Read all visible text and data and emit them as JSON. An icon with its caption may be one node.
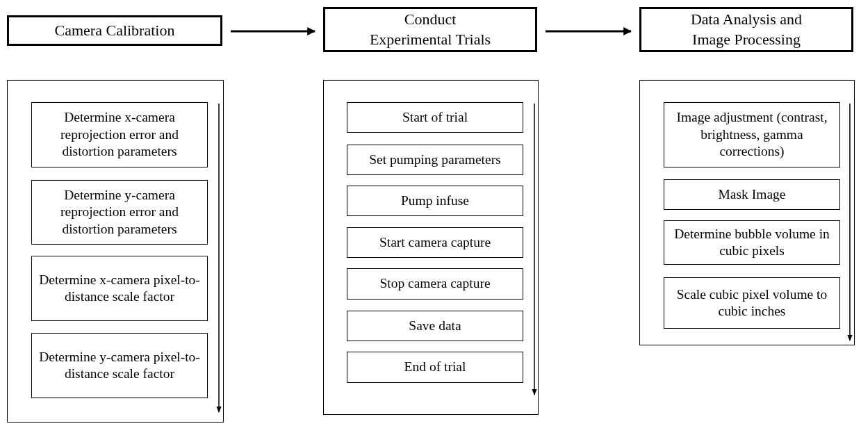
{
  "diagram": {
    "nodes": [
      {
        "text": [
          "Camera Calibration"
        ]
      },
      {
        "text": [
          "Conduct Experimental Trials"
        ]
      },
      {
        "text": [
          "Data Analysis and Image Processing"
        ]
      },
      {
        "text": [],
        "shape": "box"
      },
      {
        "text": [
          "Determine x-camera reprojection error and distortion parameters"
        ],
        "in": 3
      },
      {
        "text": [
          "Determine y-camera reprojection error and distortion parameters"
        ],
        "in": 3
      },
      {
        "text": [
          "Determine x-camera pixel-to-distance scale factor"
        ],
        "in": 3
      },
      {
        "text": [
          "Determine y-camera pixel-to-distance scale factor"
        ],
        "in": 3
      },
      {
        "text": [],
        "shape": "box"
      },
      {
        "text": [
          "Start of trial"
        ],
        "in": 8
      },
      {
        "text": [
          "Set pumping parameters"
        ],
        "in": 8
      },
      {
        "text": [
          "Pump infuse"
        ],
        "in": 8
      },
      {
        "text": [
          "Start camera capture"
        ],
        "in": 8
      },
      {
        "text": [
          "Stop camera capture"
        ],
        "in": 8
      },
      {
        "text": [
          "Save data"
        ],
        "in": 8
      },
      {
        "text": [
          "End of trial"
        ],
        "in": 8
      },
      {
        "text": [],
        "shape": "box"
      },
      {
        "text": [
          "Image adjustment (contrast, brightness, gamma corrections)"
        ],
        "in": 16
      },
      {
        "text": [
          "Mask Image"
        ],
        "in": 16
      },
      {
        "text": [
          "Determine bubble volume in cubic pixels"
        ],
        "in": 16
      },
      {
        "text": [
          "Scale cubic pixel volume to cubic inches"
        ],
        "in": 16
      }
    ],
    "edges": [
      {
        "from": 0,
        "to": 1,
        "arrow": "to"
      },
      {
        "from": 1,
        "to": 2,
        "arrow": "to"
      }
    ]
  }
}
